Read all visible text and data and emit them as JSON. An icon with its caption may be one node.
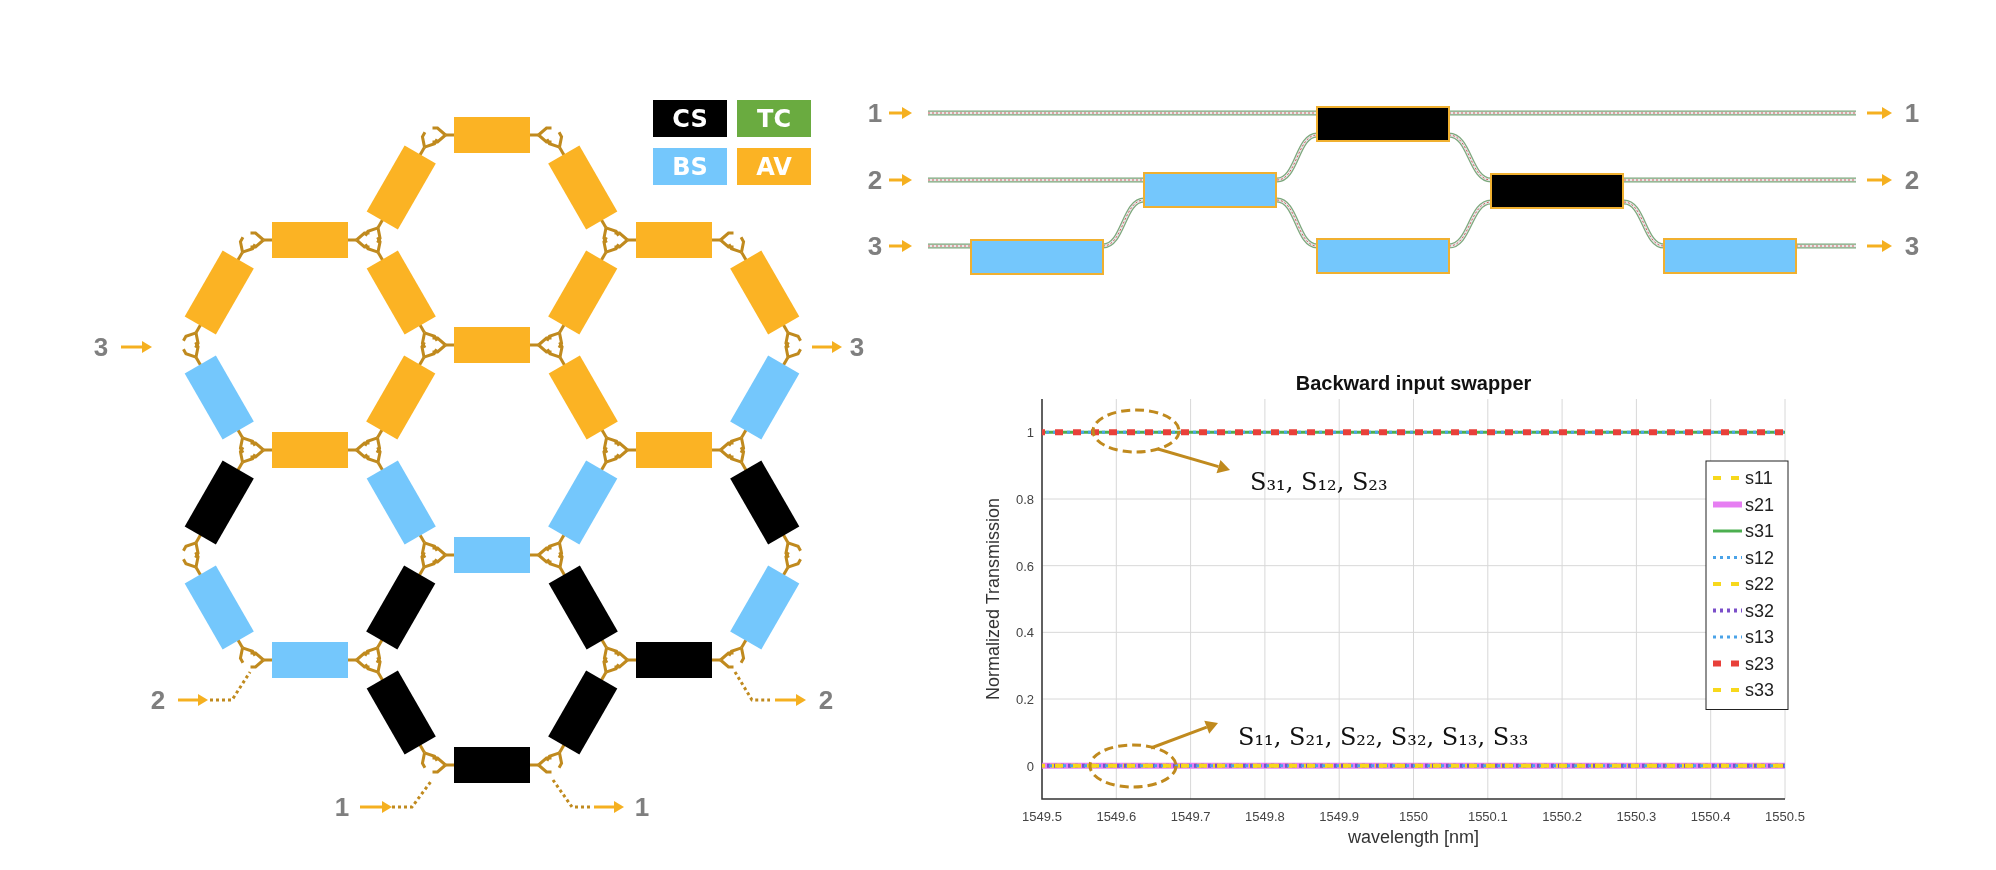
{
  "diagram": {
    "labels": [
      "1",
      "1",
      "2",
      "2",
      "3",
      "3",
      "3",
      "3",
      "2",
      "2",
      "1",
      "1"
    ],
    "legend": [
      {
        "text": "CS",
        "color": "#000000"
      },
      {
        "text": "TC",
        "color": "#6aab40"
      },
      {
        "text": "BS",
        "color": "#74c7fc"
      },
      {
        "text": "AV",
        "color": "#fbb324"
      }
    ],
    "chart_data": {
      "type": "line",
      "title": "Backward input swapper",
      "xlabel": "wavelength [nm]",
      "ylabel": "Normalized Transmission",
      "x": [
        1549.5,
        1550.5
      ],
      "series": [
        {
          "name": "s11",
          "color": "#f7d81c",
          "values": [
            0,
            0
          ],
          "line_style": "dashed"
        },
        {
          "name": "s21",
          "color": "#e67ef2",
          "values": [
            0,
            0
          ],
          "line_style": "solid"
        },
        {
          "name": "s31",
          "color": "#4caf50",
          "values": [
            1,
            1
          ],
          "line_style": "solid"
        },
        {
          "name": "s12",
          "color": "#4aa3e8",
          "values": [
            1,
            1
          ],
          "line_style": "dotted"
        },
        {
          "name": "s22",
          "color": "#f7d81c",
          "values": [
            0,
            0
          ],
          "line_style": "dashed"
        },
        {
          "name": "s32",
          "color": "#7b4fc9",
          "values": [
            0,
            0
          ],
          "line_style": "dotted"
        },
        {
          "name": "s13",
          "color": "#4aa3e8",
          "values": [
            0,
            0
          ],
          "line_style": "dotted"
        },
        {
          "name": "s23",
          "color": "#e8403a",
          "values": [
            1,
            1
          ],
          "line_style": "dashed"
        },
        {
          "name": "s33",
          "color": "#f7d81c",
          "values": [
            0,
            0
          ],
          "line_style": "dashed"
        }
      ],
      "grid": true,
      "legend": true,
      "xlim": [
        1549.5,
        1550.5
      ],
      "ylim": [
        -0.1,
        1.1
      ],
      "xticks": [
        1549.5,
        1549.6,
        1549.7,
        1549.8,
        1549.9,
        1550,
        1550.1,
        1550.2,
        1550.3,
        1550.4,
        1550.5
      ],
      "yticks": [
        0,
        0.2,
        0.4,
        0.6,
        0.8,
        1
      ],
      "annotations": [
        "S₃₁, S₁₂, S₂₃",
        "S₁₁, S₂₁, S₂₂, S₃₂, S₁₃, S₃₃"
      ]
    }
  }
}
